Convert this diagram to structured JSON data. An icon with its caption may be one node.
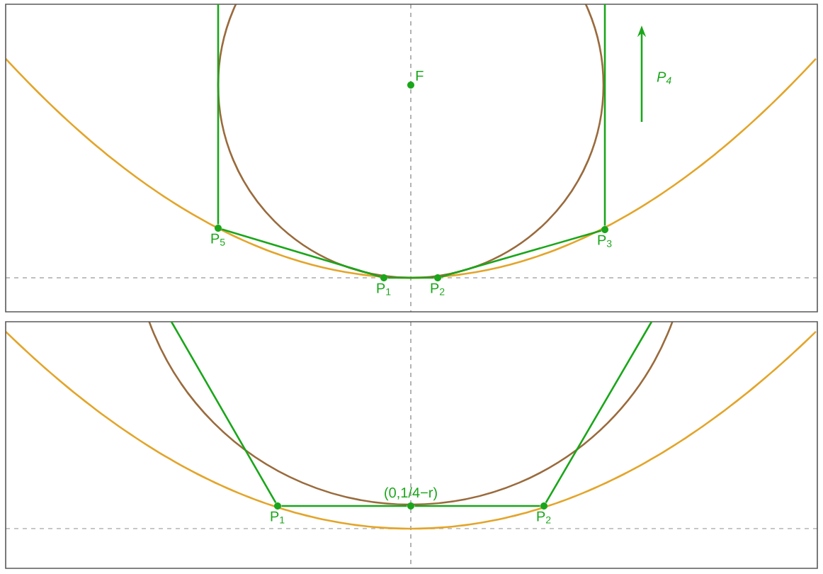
{
  "diagram": {
    "nodes": [
      {
        "text": [
          "P$_{5}$"
        ]
      },
      {
        "text": [
          "P$_{1}$"
        ]
      },
      {
        "text": [
          "P$_{2}$"
        ]
      },
      {
        "text": [
          "P$_{3}$"
        ]
      },
      {
        "text": [
          "F"
        ]
      },
      {
        "text": [
          "P$_{1}$"
        ]
      },
      {
        "text": [
          "(0,1/4−r)"
        ]
      },
      {
        "text": [
          "P$_{2}$"
        ]
      }
    ],
    "edges": [
      {
        "from": 0,
        "to": 1,
        "arrow": "none"
      },
      {
        "from": 1,
        "to": 2,
        "arrow": "none"
      },
      {
        "from": 2,
        "to": 3,
        "arrow": "none"
      },
      {
        "from": null,
        "to": 0,
        "arrow": "none"
      },
      {
        "from": null,
        "to": 3,
        "arrow": "none"
      },
      {
        "from": 5,
        "to": 6,
        "arrow": "none"
      },
      {
        "from": 6,
        "to": 7,
        "arrow": "none"
      },
      {
        "from": null,
        "to": 5,
        "arrow": "none"
      },
      {
        "from": 7,
        "to": null,
        "arrow": "none"
      }
    ],
    "labels": [
      "P$_{4}$"
    ]
  }
}
